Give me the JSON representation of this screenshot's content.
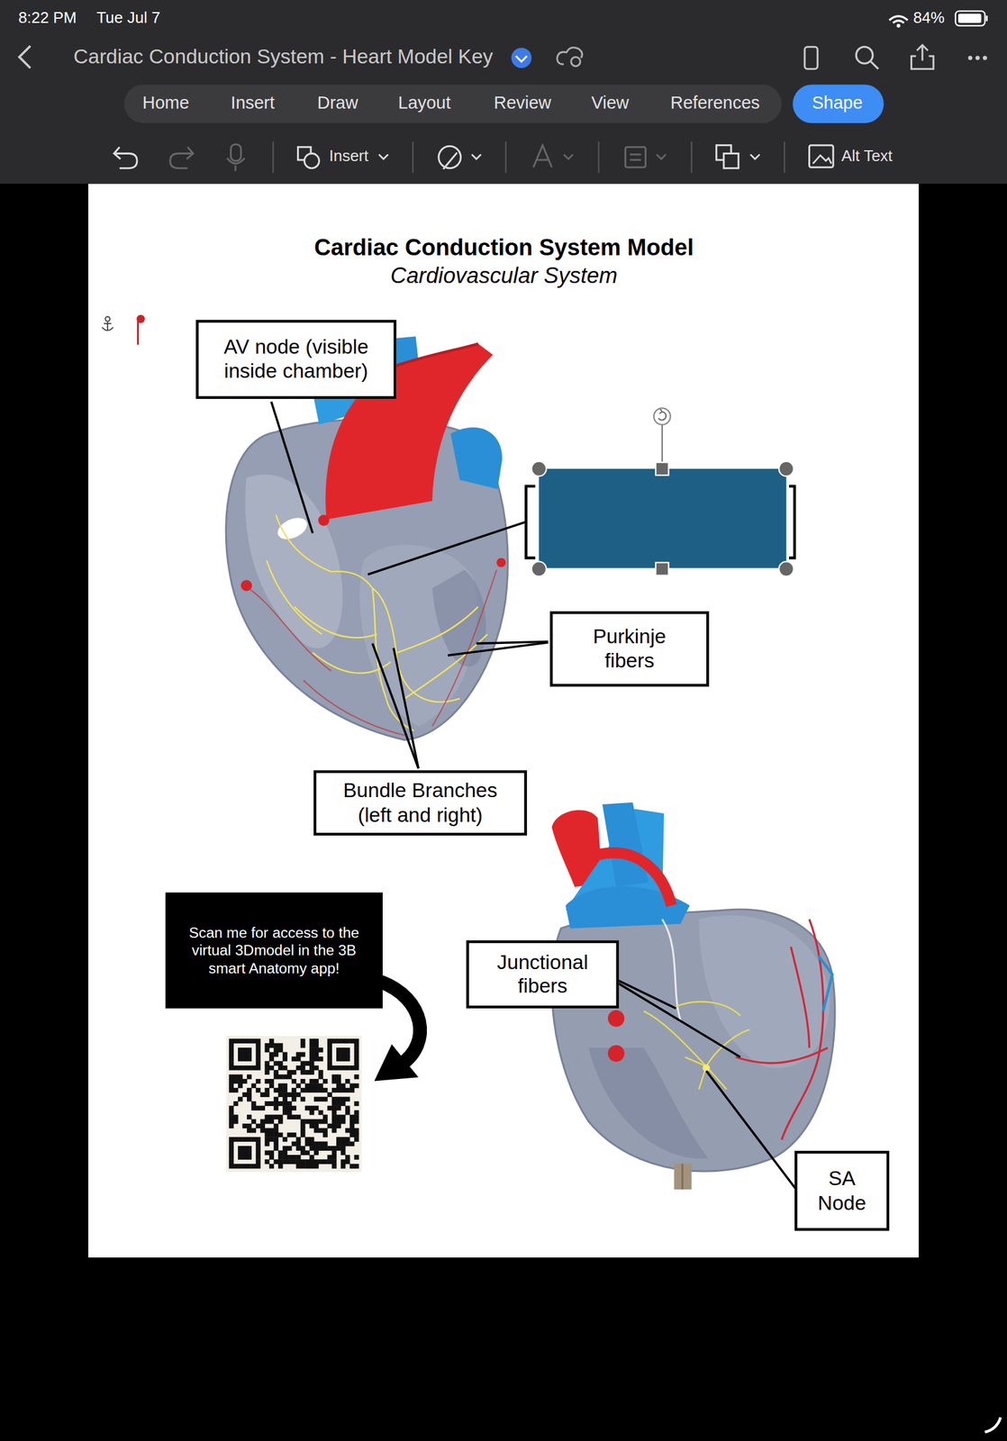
{
  "diagram": {
    "title": "Cardiac Conduction System Model",
    "nodes": [
      {
        "text": [
          "AV node (visible inside chamber)"
        ]
      },
      {
        "text": [
          "Purkinje fibers"
        ]
      },
      {
        "text": [
          "Bundle Branches (left and right)"
        ]
      },
      {
        "text": [
          "Scan me for access to the virtual 3Dmodel in the 3B smart Anatomy app!"
        ]
      },
      {
        "text": [
          "Junctional fibers"
        ]
      },
      {
        "text": [
          "SA Node"
        ]
      }
    ],
    "labels": [
      "8:22 PM",
      "Tue Jul 7",
      "84%",
      "Cardiac Conduction System - Heart Model Key",
      "Home",
      "Insert",
      "Draw",
      "Layout",
      "Review",
      "View",
      "References",
      "Shape",
      "Insert",
      "Alt Text",
      "Cardiovascular System"
    ]
  }
}
